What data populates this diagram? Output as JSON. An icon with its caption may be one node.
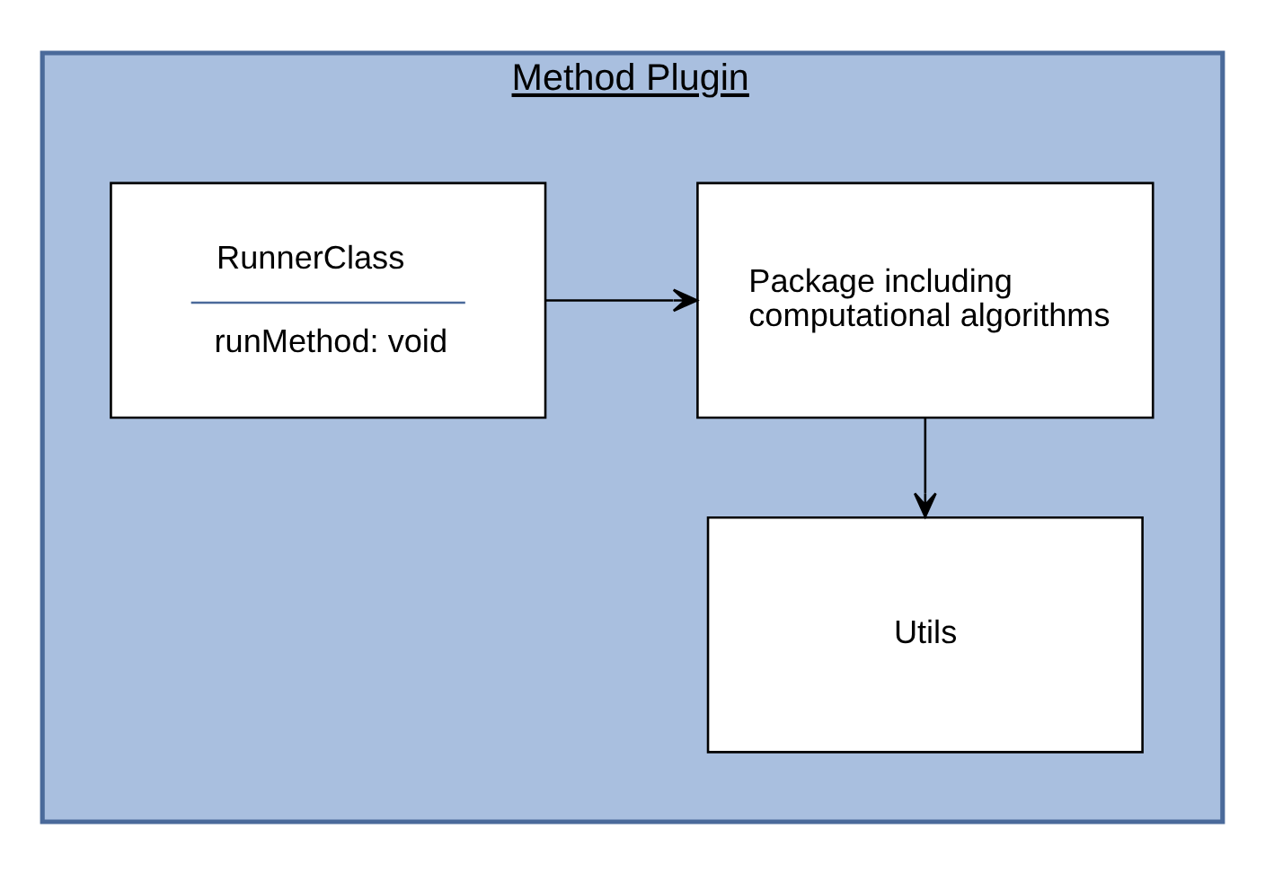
{
  "diagram": {
    "nodes": [
      {
        "text": [
          "Method Plugin"
        ]
      },
      {
        "text": [
          "RunnerClass",
          "runMethod: void"
        ],
        "in": 0
      },
      {
        "text": [
          "Package including computational algorithms"
        ],
        "in": 0
      },
      {
        "text": [
          "Utils"
        ],
        "in": 0
      }
    ],
    "edges": [
      {
        "from": 1,
        "to": 2,
        "arrow": "to"
      },
      {
        "from": 2,
        "to": 3,
        "arrow": "to"
      }
    ]
  }
}
